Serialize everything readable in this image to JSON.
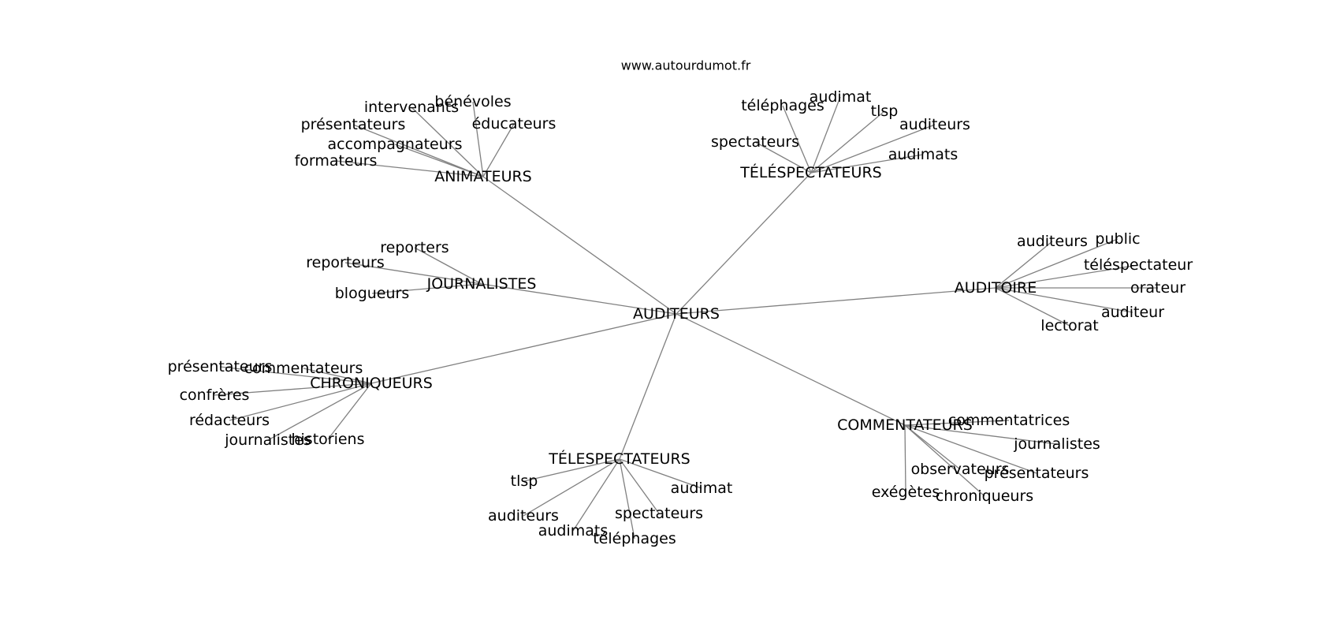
{
  "source": "www.autourdumot.fr",
  "root": "AUDITEURS",
  "clusters": [
    {
      "id": "animateurs",
      "label": "ANIMATEURS",
      "children": [
        "bénévoles",
        "intervenants",
        "éducateurs",
        "présentateurs",
        "accompagnateurs",
        "formateurs"
      ]
    },
    {
      "id": "telespectateurs-top",
      "label": "TÉLÉSPECTATEURS",
      "children": [
        "audimat",
        "téléphages",
        "tlsp",
        "auditeurs",
        "spectateurs",
        "audimats"
      ]
    },
    {
      "id": "journalistes",
      "label": "JOURNALISTES",
      "children": [
        "reporters",
        "reporteurs",
        "blogueurs"
      ]
    },
    {
      "id": "auditoire",
      "label": "AUDITOIRE",
      "children": [
        "auditeurs",
        "public",
        "téléspectateur",
        "orateur",
        "auditeur",
        "lectorat"
      ]
    },
    {
      "id": "chroniqueurs",
      "label": "CHRONIQUEURS",
      "children": [
        "présentateurs",
        "commentateurs",
        "confrères",
        "rédacteurs",
        "journalistes",
        "historiens"
      ]
    },
    {
      "id": "commentateurs",
      "label": "COMMENTATEURS",
      "children": [
        "commentatrices",
        "journalistes",
        "observateurs",
        "présentateurs",
        "exégètes",
        "chroniqueurs"
      ]
    },
    {
      "id": "telespectateurs-bottom",
      "label": "TÉLESPECTATEURS",
      "children": [
        "tlsp",
        "audimat",
        "auditeurs",
        "spectateurs",
        "audimats",
        "téléphages"
      ]
    }
  ],
  "colors": {
    "edge": "#808080",
    "text": "#000000",
    "background": "#ffffff"
  }
}
